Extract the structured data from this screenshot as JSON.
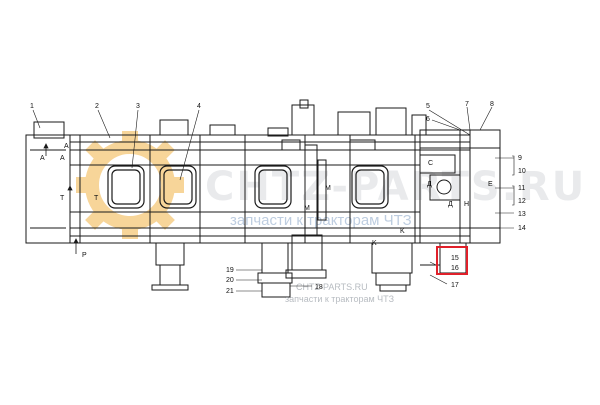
{
  "watermark": {
    "main": "CHTZ-PARTS.RU",
    "sub": "запчасти к тракторам ЧТЗ",
    "small_top": "CHTZ-PARTS.RU",
    "small_bottom": "запчасти к тракторам ЧТЗ"
  },
  "callouts": {
    "n1": "1",
    "n2": "2",
    "n3": "3",
    "n4": "4",
    "n5": "5",
    "n6": "6",
    "n7": "7",
    "n8": "8",
    "n9": "9",
    "n10": "10",
    "n11": "11",
    "n12": "12",
    "n13": "13",
    "n14": "14",
    "n15": "15",
    "n16": "16",
    "n17": "17",
    "n18": "18",
    "n19": "19",
    "n20": "20",
    "n21": "21"
  },
  "section_letters": {
    "a1": "A",
    "a2": "A",
    "a3": "A",
    "t1": "T",
    "t2": "T",
    "p1": "P",
    "m1": "M",
    "m2": "M",
    "c1": "C",
    "e1": "E",
    "d1": "Д",
    "d2": "Д",
    "k1": "K",
    "k2": "K",
    "n1": "Н"
  },
  "highlight": {
    "target": "15",
    "color": "#e0202a"
  },
  "colors": {
    "line": "#1a1a1a",
    "gear": "#f2b347"
  }
}
